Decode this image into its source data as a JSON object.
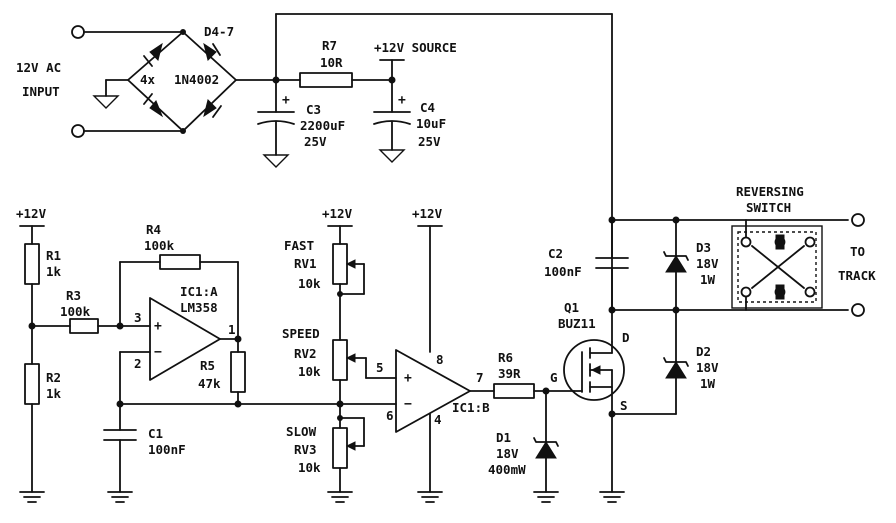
{
  "labels": {
    "ac_input_1": "12V AC",
    "ac_input_2": "INPUT",
    "diode_bridge": "D4-7",
    "bridge_qty": "4x",
    "bridge_type": "1N4002",
    "r7_name": "R7",
    "r7_value": "10R",
    "source_label": "+12V SOURCE",
    "c3_name": "C3",
    "c3_value": "2200uF",
    "c3_voltage": "25V",
    "c4_name": "C4",
    "c4_value": "10uF",
    "c4_voltage": "25V",
    "supply_left": "+12V",
    "r1_name": "R1",
    "r1_value": "1k",
    "r2_name": "R2",
    "r2_value": "1k",
    "r3_name": "R3",
    "r3_value": "100k",
    "r4_name": "R4",
    "r4_value": "100k",
    "ic1a_name": "IC1:A",
    "ic1a_type": "LM358",
    "r5_name": "R5",
    "r5_value": "47k",
    "c1_name": "C1",
    "c1_value": "100nF",
    "supply_pots": "+12V",
    "fast": "FAST",
    "rv1_name": "RV1",
    "rv1_value": "10k",
    "speed": "SPEED",
    "rv2_name": "RV2",
    "rv2_value": "10k",
    "slow": "SLOW",
    "rv3_name": "RV3",
    "rv3_value": "10k",
    "supply_ic1b": "+12V",
    "ic1b_name": "IC1:B",
    "r6_name": "R6",
    "r6_value": "39R",
    "gate": "G",
    "d1_name": "D1",
    "d1_value": "18V",
    "d1_power": "400mW",
    "c2_name": "C2",
    "c2_value": "100nF",
    "q1_name": "Q1",
    "q1_type": "BUZ11",
    "drain": "D",
    "source": "S",
    "d3_name": "D3",
    "d3_value": "18V",
    "d3_power": "1W",
    "d2_name": "D2",
    "d2_value": "18V",
    "d2_power": "1W",
    "reversing_1": "REVERSING",
    "reversing_2": "SWITCH",
    "to_1": "TO",
    "to_2": "TRACK"
  },
  "pins": {
    "ic1a_in_plus": "3",
    "ic1a_in_minus": "2",
    "ic1a_out": "1",
    "ic1b_in_plus": "5",
    "ic1b_in_minus": "6",
    "ic1b_out": "7",
    "ic1b_vplus": "8",
    "ic1b_gnd": "4",
    "plus": "+",
    "minus": "−"
  }
}
